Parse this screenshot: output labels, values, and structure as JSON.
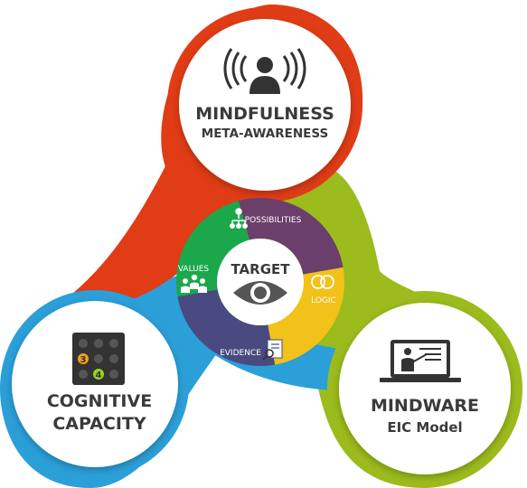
{
  "colors": {
    "mindfulness": "#e03c16",
    "mindware": "#9cbb1c",
    "cognitive": "#2b9fd8",
    "possibilities": "#6b3f6b",
    "logic": "#f2c11a",
    "evidence": "#4a4a80",
    "values": "#1aa84a",
    "center": "#ffffff",
    "text": "#3a3a3a"
  },
  "mindfulness": {
    "title": "MINDFULNESS",
    "subtitle": "META-AWARENESS",
    "icon": "person-broadcast-icon"
  },
  "mindware": {
    "title": "MINDWARE",
    "subtitle": "EIC Model",
    "icon": "presenter-monitor-icon"
  },
  "cognitive": {
    "title_line1": "COGNITIVE",
    "title_line2": "CAPACITY",
    "icon": "memory-grid-icon",
    "badges": [
      "3",
      "4"
    ]
  },
  "wheel": {
    "center_title": "TARGET",
    "center_icon": "eye-icon",
    "segments": {
      "possibilities": {
        "label": "POSSIBILITIES",
        "icon": "branching-icon"
      },
      "logic": {
        "label": "LOGIC",
        "icon": "venn-icon"
      },
      "evidence": {
        "label": "EVIDENCE",
        "icon": "document-magnifier-icon"
      },
      "values": {
        "label": "VALUES",
        "icon": "group-icon"
      }
    }
  }
}
